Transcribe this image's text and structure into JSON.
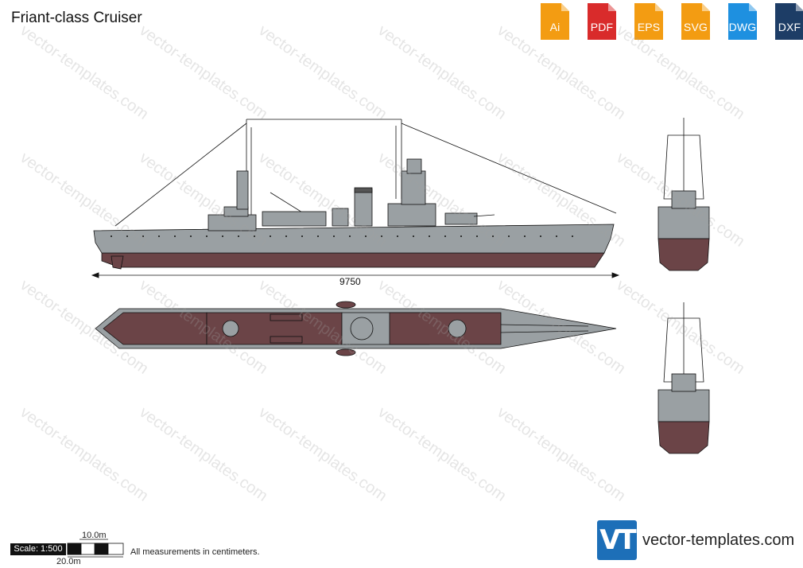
{
  "title": "Friant-class Cruiser",
  "formats": [
    {
      "label": "Ai",
      "color": "#f39c12"
    },
    {
      "label": "PDF",
      "color": "#d92b2b"
    },
    {
      "label": "EPS",
      "color": "#f39c12"
    },
    {
      "label": "SVG",
      "color": "#f39c12"
    },
    {
      "label": "DWG",
      "color": "#1e90e0"
    },
    {
      "label": "DXF",
      "color": "#1d3d66"
    }
  ],
  "dimension": "9750",
  "scale": {
    "label": "Scale: 1:500",
    "top": "10.0m",
    "bottom": "20.0m"
  },
  "note": "All measurements in centimeters.",
  "logo": {
    "mark": "VT",
    "url": "vector-templates.com"
  },
  "watermark": "vector-templates.com",
  "colors": {
    "hull": "#9aa0a3",
    "waterline": "#6b4447",
    "deck": "#6b4447",
    "line": "#111111"
  }
}
